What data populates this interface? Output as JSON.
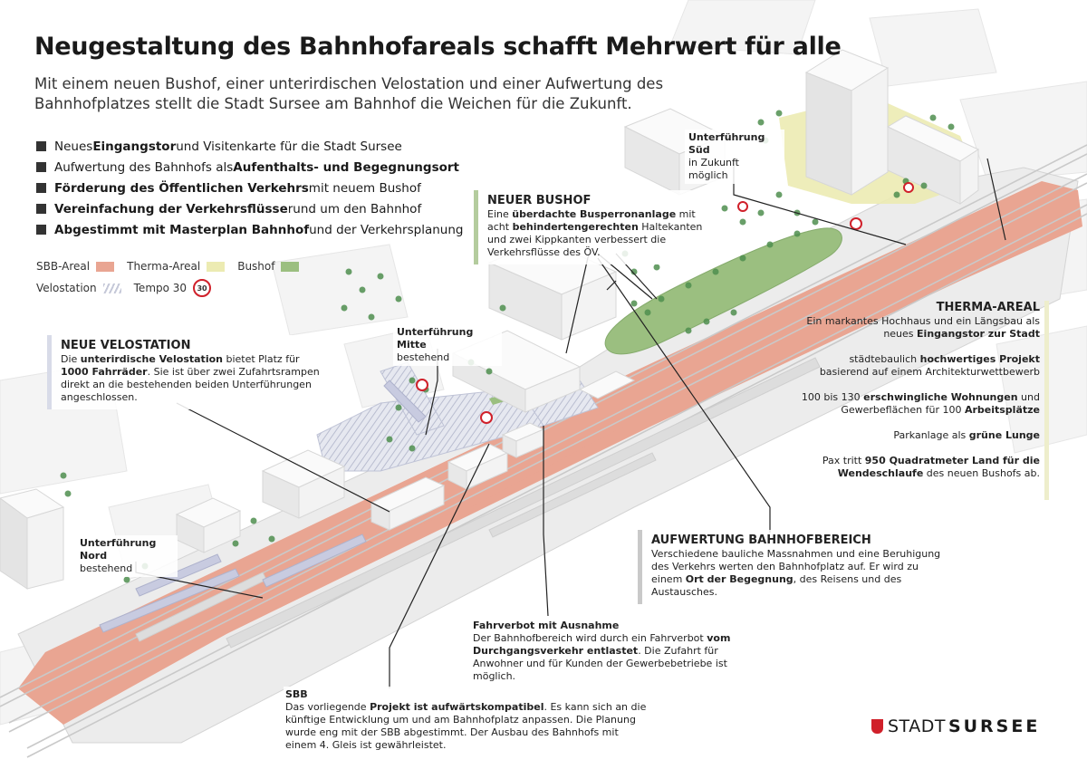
{
  "header": {
    "title": "Neugestaltung des Bahnhofareals schafft Mehrwert für alle",
    "subtitle": "Mit einem neuen Bushof, einer unterirdischen Velostation und einer Aufwertung des Bahnhofplatzes stellt die Stadt Sursee am Bahnhof die Weichen für die Zukunft."
  },
  "bullets": [
    {
      "pre": "Neues ",
      "bold": "Eingangstor",
      "post": " und Visitenkarte für die Stadt Sursee"
    },
    {
      "pre": "Aufwertung des Bahnhofs als ",
      "bold": "Aufenthalts- und Begegnungsort",
      "post": ""
    },
    {
      "pre": "",
      "bold": "Förderung des Öffentlichen Verkehrs",
      "post": " mit neuem Bushof"
    },
    {
      "pre": "",
      "bold": "Vereinfachung der Verkehrsflüsse",
      "post": " rund um den Bahnhof"
    },
    {
      "pre": "",
      "bold": "Abgestimmt mit Masterplan Bahnhof",
      "post": " und der Verkehrsplanung"
    }
  ],
  "legend": {
    "sbb": "SBB-Areal",
    "therma": "Therma-Areal",
    "bushof": "Bushof",
    "velostation": "Velostation",
    "tempo": "Tempo 30",
    "tempo_sign": "30"
  },
  "colors": {
    "sbb": "#e9a592",
    "therma": "#ecebb2",
    "bushof": "#9bbf80",
    "velostation": "#c5c8d8",
    "tempo_red": "#d0202a",
    "building": "#f1f1f1",
    "tree": "#4f8f4f"
  },
  "labels": {
    "unterfuehrung_sued": {
      "title": "Unterführung Süd",
      "text": "in Zukunft möglich"
    },
    "unterfuehrung_mitte": {
      "title": "Unterführung Mitte",
      "text": "bestehend"
    },
    "unterfuehrung_nord": {
      "title": "Unterführung Nord",
      "text": "bestehend"
    }
  },
  "bushof_box": {
    "title": "NEUER BUSHOF",
    "t1": "Eine ",
    "b1": "überdachte Busperronanlage",
    "t2": " mit acht ",
    "b2": "behindertengerechten",
    "t3": " Haltekanten und zwei Kippkanten verbessert die Verkehrsflüsse des ÖV."
  },
  "velo_box": {
    "title": "NEUE VELOSTATION",
    "t1": "Die ",
    "b1": "unterirdische Velostation",
    "t2": " bietet Platz für ",
    "b2": "1000 Fahrräder",
    "t3": ". Sie ist über zwei Zufahrtsrampen direkt an die bestehenden beiden Unterführungen angeschlossen."
  },
  "therma_box": {
    "title": "THERMA-AREAL",
    "p1a": "Ein markantes Hochhaus und ein Längsbau als neues ",
    "p1b": "Eingangstor zur Stadt",
    "p2a": "städtebaulich ",
    "p2b": "hochwertiges Projekt",
    "p2c": " basierend auf einem Architekturwettbewerb",
    "p3a": "100 bis 130 ",
    "p3b": "erschwingliche Wohnungen",
    "p3c": " und Gewerbeflächen für 100 ",
    "p3d": "Arbeitsplätze",
    "p4a": "Parkanlage als ",
    "p4b": "grüne Lunge",
    "p5a": "Pax tritt ",
    "p5b": "950 Quadratmeter Land für die Wendeschlaufe",
    "p5c": " des neuen Bushofs ab."
  },
  "aufwertung_box": {
    "title": "AUFWERTUNG BAHNHOFBEREICH",
    "t1": "Verschiedene bauliche Massnahmen und eine Beruhigung des Verkehrs werten den Bahnhofplatz auf. Er wird zu einem ",
    "b1": "Ort der Begegnung",
    "t2": ", des Reisens und des Austausches."
  },
  "fahrverbot_box": {
    "title": "Fahrverbot mit Ausnahme",
    "t1": "Der Bahnhofbereich wird durch ein Fahrverbot ",
    "b1": "vom Durchgangsverkehr entlastet",
    "t2": ". Die Zufahrt für Anwohner und für Kunden der Gewerbebetriebe ist möglich."
  },
  "sbb_box": {
    "title": "SBB",
    "t1": "Das vorliegende ",
    "b1": "Projekt ist aufwärtskompatibel",
    "t2": ". Es kann sich an die künftige Entwicklung um und am Bahnhofplatz anpassen. Die Planung wurde eng mit der SBB abgestimmt. Der Ausbau des Bahnhofs mit einem 4. Gleis ist gewährleistet."
  },
  "logo": {
    "stadt": "STADT",
    "sursee": "SURSEE"
  }
}
